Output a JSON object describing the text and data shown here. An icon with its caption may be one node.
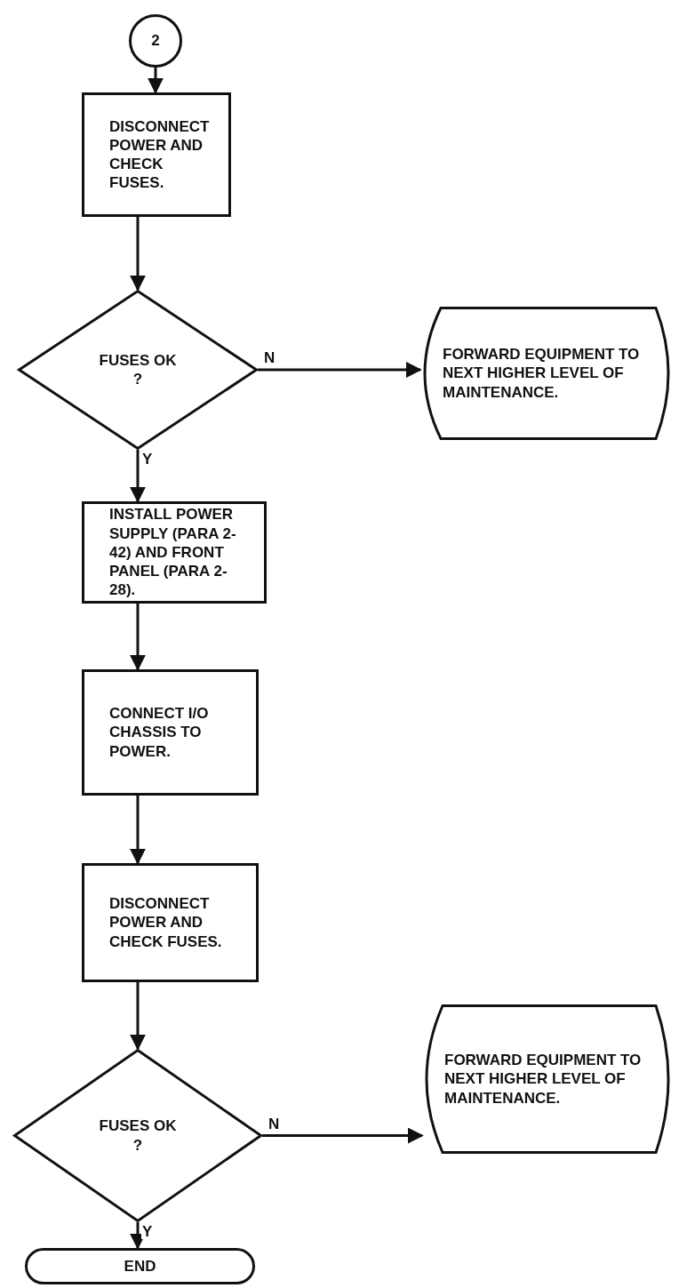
{
  "diagram": {
    "nodes": [
      {
        "text": [
          "2"
        ]
      },
      {
        "text": [
          "DISCONNECT POWER AND CHECK FUSES."
        ]
      },
      {
        "text": [
          "FUSES OK ?"
        ]
      },
      {
        "text": [
          "FORWARD EQUIPMENT TO NEXT HIGHER LEVEL OF MAINTENANCE."
        ]
      },
      {
        "text": [
          "INSTALL POWER SUPPLY (PARA 2-42) AND FRONT PANEL (PARA 2-28)."
        ]
      },
      {
        "text": [
          "CONNECT I/O CHASSIS TO POWER."
        ]
      },
      {
        "text": [
          "DISCONNECT POWER AND CHECK FUSES."
        ]
      },
      {
        "text": [
          "FUSES OK ?"
        ]
      },
      {
        "text": [
          "FORWARD EQUIPMENT TO NEXT HIGHER LEVEL OF MAINTENANCE."
        ]
      },
      {
        "text": [
          "END"
        ]
      }
    ],
    "edges": [
      {
        "from": 0,
        "to": 1,
        "arrow": "to"
      },
      {
        "from": 1,
        "to": 2,
        "arrow": "to"
      },
      {
        "from": 2,
        "to": 3,
        "arrow": "to",
        "label": "N"
      },
      {
        "from": 2,
        "to": 4,
        "arrow": "to",
        "label": "Y"
      },
      {
        "from": 4,
        "to": 5,
        "arrow": "to"
      },
      {
        "from": 5,
        "to": 6,
        "arrow": "to"
      },
      {
        "from": 6,
        "to": 7,
        "arrow": "to"
      },
      {
        "from": 7,
        "to": 8,
        "arrow": "to",
        "label": "N"
      },
      {
        "from": 7,
        "to": 9,
        "arrow": "to",
        "label": "Y"
      }
    ]
  }
}
